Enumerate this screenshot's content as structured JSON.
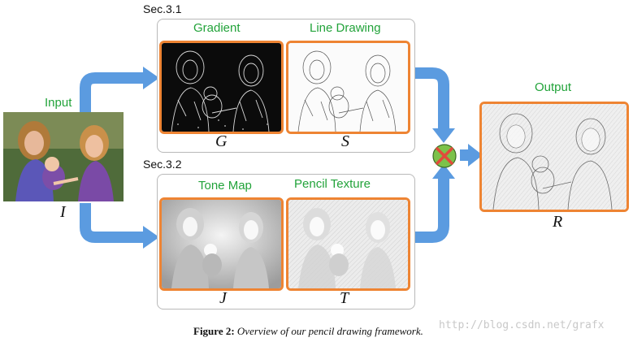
{
  "sections": {
    "sec1": "Sec.3.1",
    "sec2": "Sec.3.2"
  },
  "labels": {
    "input": "Input",
    "gradient": "Gradient",
    "line_drawing": "Line Drawing",
    "tone_map": "Tone Map",
    "pencil_texture": "Pencil Texture",
    "output": "Output"
  },
  "symbols": {
    "I": "I",
    "G": "G",
    "S": "S",
    "J": "J",
    "T": "T",
    "R": "R"
  },
  "caption": {
    "label": "Figure 2:",
    "text": "Overview of our pencil drawing framework."
  },
  "watermark": "http://blog.csdn.net/grafx",
  "colors": {
    "frame": "#ee8433",
    "arrow": "#5b9be0",
    "label": "#22a33a",
    "panel_border": "#b9b9b9",
    "combine_fill": "#7cc24a",
    "combine_x": "#e14b3b"
  },
  "icons": {
    "combine": "circled-x-icon"
  }
}
